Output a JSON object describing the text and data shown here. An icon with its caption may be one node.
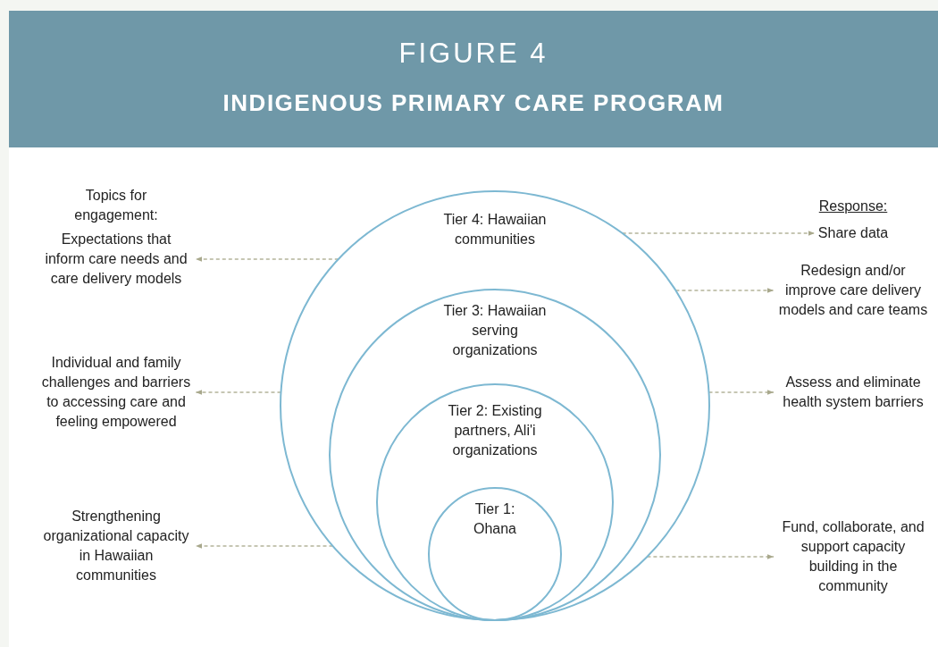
{
  "diagram": {
    "title": "INDIGENOUS PRIMARY CARE PROGRAM",
    "nodes": [
      {
        "text": [
          "Tier 4: Hawaiian communities"
        ]
      },
      {
        "text": [
          "Tier 3: Hawaiian serving organizations"
        ],
        "in": 0
      },
      {
        "text": [
          "Tier 2: Existing partners, Ali'i organizations"
        ],
        "in": 1
      },
      {
        "text": [
          "Tier 1: Ohana"
        ],
        "in": 2
      },
      {
        "text": [
          "Expectations that inform care needs and care delivery models"
        ]
      },
      {
        "text": [
          "Individual and family challenges and barriers to accessing care and feeling empowered"
        ]
      },
      {
        "text": [
          "Strengthening organizational capacity in Hawaiian communities"
        ]
      },
      {
        "text": [
          "Share data"
        ]
      },
      {
        "text": [
          "Redesign and/or improve care delivery models and care teams"
        ]
      },
      {
        "text": [
          "Assess and eliminate health system barriers"
        ]
      },
      {
        "text": [
          "Fund, collaborate, and support capacity building in the community"
        ]
      }
    ],
    "edges": [
      {
        "from": 0,
        "to": 4,
        "arrow": "to",
        "style": "dashed"
      },
      {
        "from": 0,
        "to": 5,
        "arrow": "to",
        "style": "dashed"
      },
      {
        "from": 0,
        "to": 6,
        "arrow": "to",
        "style": "dashed"
      },
      {
        "from": 0,
        "to": 7,
        "arrow": "to",
        "style": "dashed"
      },
      {
        "from": 0,
        "to": 8,
        "arrow": "to",
        "style": "dashed"
      },
      {
        "from": 0,
        "to": 9,
        "arrow": "to",
        "style": "dashed"
      },
      {
        "from": 0,
        "to": 10,
        "arrow": "to",
        "style": "dashed"
      }
    ],
    "labels": [
      "FIGURE 4",
      "Topics for engagement:",
      "Response:"
    ]
  }
}
